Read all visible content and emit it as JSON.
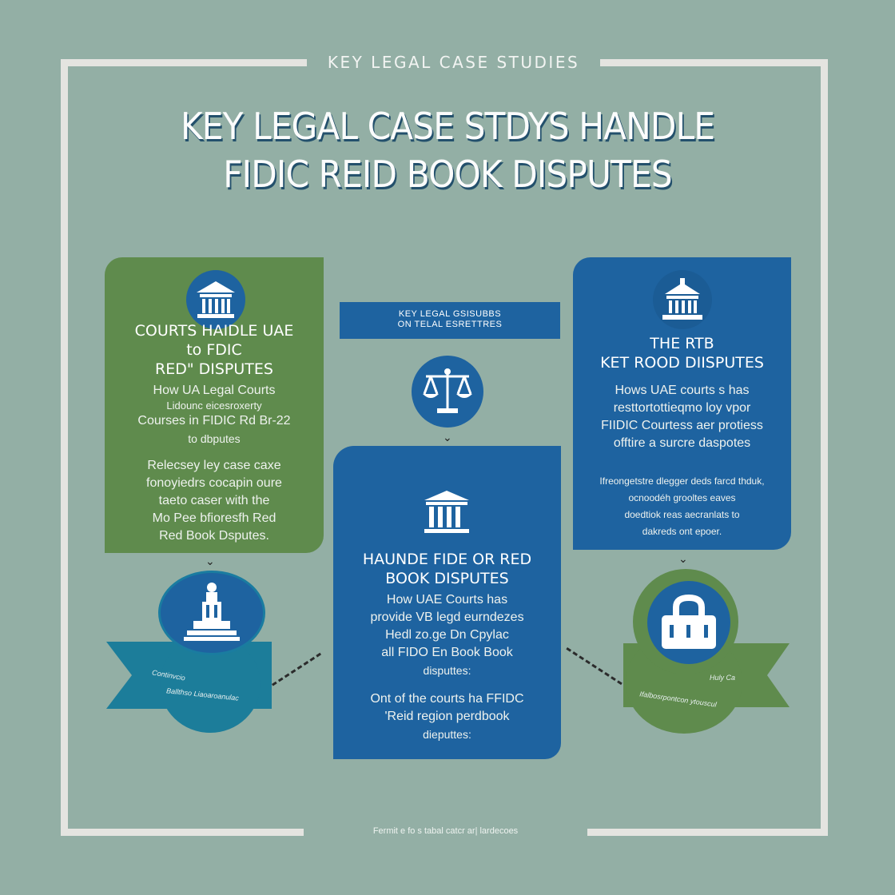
{
  "header": {
    "kicker": "KEY LEGAL CASE STUDIES",
    "title_line1": "KEY LEGAL CASE STDYS HANDLE",
    "title_line2": "FIDIC REID BOOK DISPUTES"
  },
  "left_card": {
    "icon": "courthouse-icon",
    "title_lines": [
      "COURTS HAIDLE UAE",
      "to FDIC",
      "RED\" DISPUTES"
    ],
    "body1": [
      "How UA Legal Courts",
      "Lidounc eicesroxerty",
      "Courses in FIDIC Rd Br-22",
      "to dbputes"
    ],
    "body2": [
      "Relecsey ley case caxe",
      "fonoyiedrs cocapin oure",
      "taeto caser with the",
      "Mo Pee  bfioresfh Red",
      "Red Book Dsputes."
    ]
  },
  "center_banner": {
    "lines": [
      "KEY LEGAL GSISUBBS",
      "ON TELAL ESRETTRES"
    ]
  },
  "center_card": {
    "icon": "courthouse-columns-icon",
    "title_lines": [
      "HAUNDE FIDE OR RED",
      "BOOK DISPUTES"
    ],
    "body1": [
      "How UAE Courts has",
      "provide VB legd eurndezes",
      "Hedl zo.ge Dn Cpylac",
      "all FIDO En Book Book",
      "disputtes:"
    ],
    "body2": [
      "Ont of the courts ha FFIDC",
      "'Reid region perdbook",
      "dieputtes:"
    ]
  },
  "scales_icon": "scales-of-justice-icon",
  "right_card": {
    "icon": "courthouse-icon",
    "title_lines": [
      "THE RTB",
      "KET ROOD DIISPUTES"
    ],
    "body1": [
      "Hows UAE courts s has",
      "resttortottieqmo loy vpor",
      "FIIDIC Courtess aer protiess",
      "offtire a surcre daspotes"
    ],
    "body2": [
      "Ifreongetstre dlegger deds farcd thduk,",
      "ocnoodéh grooltes eaves",
      "doedtiok reas aecranlats to",
      "dakreds ont epoer."
    ]
  },
  "left_badge": {
    "icon": "monument-icon",
    "ribbon_lines": [
      "Continvcio",
      "Ballthso Liaoaroanulac"
    ]
  },
  "right_badge": {
    "icon": "lock-icon",
    "ribbon_lines": [
      "Huly Ca",
      "Ifalbosrpontcon ytouscul"
    ]
  },
  "footer": {
    "text": "Fermit e fo s tabal catcr ar| lardecoes"
  },
  "colors": {
    "background": "#93afa5",
    "frame": "#e4e4e0",
    "green": "#5f8b4d",
    "blue": "#1e63a0",
    "teal": "#1c7d9a"
  }
}
